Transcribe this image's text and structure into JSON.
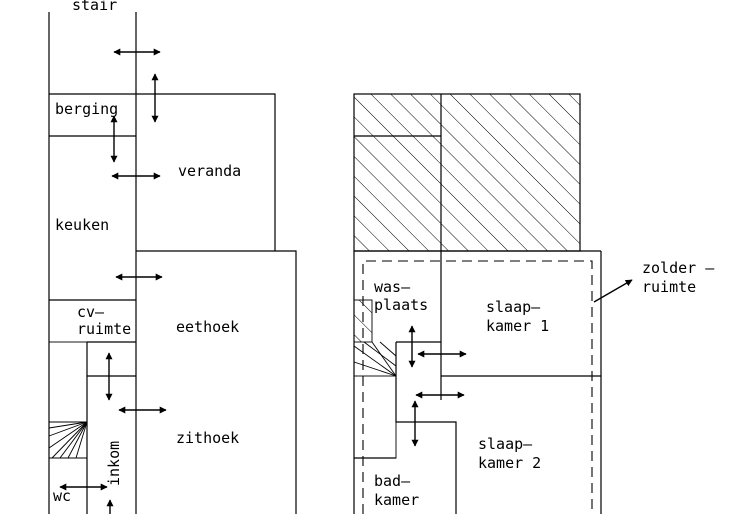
{
  "ground_floor": {
    "labels": {
      "stair_top": "stair",
      "berging": "berging",
      "veranda": "veranda",
      "keuken": "keuken",
      "cv_1": "cv–",
      "cv_2": "ruimte",
      "eethoek": "eethoek",
      "zithoek": "zithoek",
      "inkom": "inkom",
      "wc": "wc"
    }
  },
  "first_floor": {
    "labels": {
      "wasplaats_1": "was–",
      "wasplaats_2": "plaats",
      "slaapkamer1_1": "slaap–",
      "slaapkamer1_2": "kamer 1",
      "slaapkamer2_1": "slaap–",
      "slaapkamer2_2": "kamer 2",
      "badkamer_1": "bad–",
      "badkamer_2": "kamer",
      "zolder_1": "zolder –",
      "zolder_2": "ruimte"
    }
  }
}
